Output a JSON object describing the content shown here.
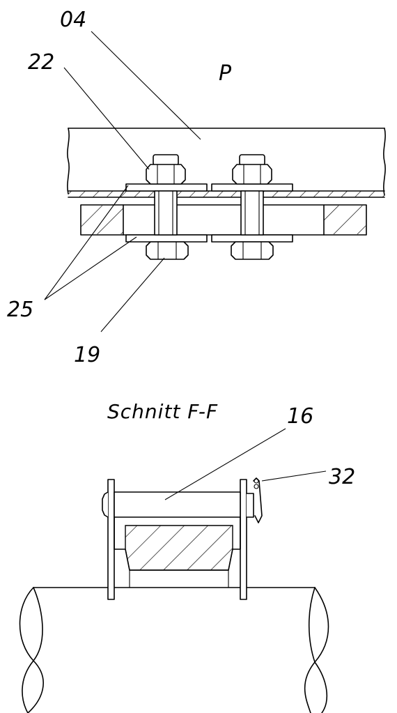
{
  "labels": {
    "part_04": "04",
    "part_22": "22",
    "view_p": "P",
    "part_25": "25",
    "part_19": "19",
    "section_title": "Schnitt F-F",
    "part_16": "16",
    "part_32": "32"
  }
}
